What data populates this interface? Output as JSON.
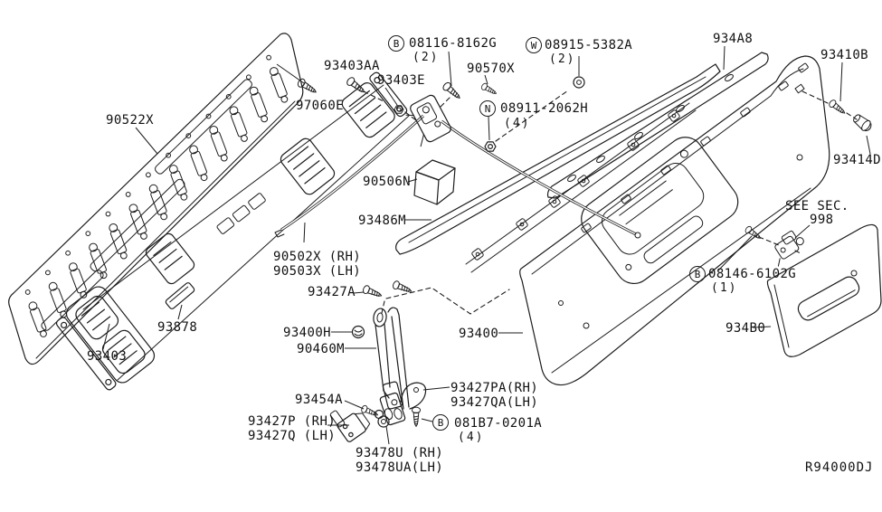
{
  "diagram": {
    "drawing_code": "R94000DJ",
    "colors": {
      "background": "#ffffff",
      "line": "#1c1c1c",
      "text": "#111111"
    },
    "notes": {
      "see_sec_line1": "SEE SEC.",
      "see_sec_line2": "998"
    },
    "parts": {
      "p90522X": "90522X",
      "p93403AA": "93403AA",
      "p97060E": "97060E",
      "p93403E": "93403E",
      "p90570X": "90570X",
      "p934A8": "934A8",
      "p93410B": "93410B",
      "p93414D": "93414D",
      "p90506N": "90506N",
      "p93486M": "93486M",
      "p90502X": "90502X (RH)",
      "p90503X": "90503X (LH)",
      "p93427A": "93427A",
      "p93400H": "93400H",
      "p90460M": "90460M",
      "p93400": "93400",
      "p93878": "93878",
      "p93403": "93403",
      "p934B0": "934B0",
      "p93454A": "93454A",
      "p93427P": "93427P (RH)",
      "p93427Q": "93427Q (LH)",
      "p93478U": "93478U (RH)",
      "p93478UA": "93478UA(LH)",
      "p93427PA": "93427PA(RH)",
      "p93427QA": "93427QA(LH)"
    },
    "fasteners": {
      "b08116": {
        "prefix": "B",
        "number": "08116-8162G",
        "qty": "(2)"
      },
      "w08915": {
        "prefix": "W",
        "number": "08915-5382A",
        "qty": "(2)"
      },
      "n08911": {
        "prefix": "N",
        "number": "08911-2062H",
        "qty": "(4)"
      },
      "b08146": {
        "prefix": "B",
        "number": "08146-6102G",
        "qty": "(1)"
      },
      "b081B7": {
        "prefix": "B",
        "number": "081B7-0201A",
        "qty": "(4)"
      }
    }
  }
}
